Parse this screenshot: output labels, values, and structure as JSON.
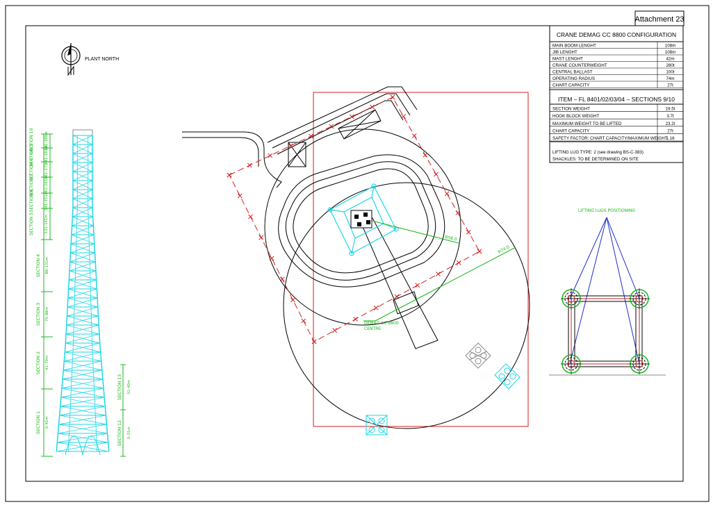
{
  "attachment": "Attachment 23",
  "north_label": "PLANT NORTH",
  "config": {
    "title": "CRANE DEMAG CC 8800 CONFIGURATION",
    "rows": [
      {
        "label": "MAIN BOOM LENGHT",
        "value": "108m"
      },
      {
        "label": "JIB LENGHT",
        "value": "108m"
      },
      {
        "label": "MAST LENGHT",
        "value": "42m"
      },
      {
        "label": "CRANE COUNTERWEIGHT",
        "value": "280t"
      },
      {
        "label": "CENTRAL BALLAST",
        "value": "100t"
      },
      {
        "label": "OPERATING RADIUS",
        "value": "74m"
      },
      {
        "label": "CHART CAPACITY",
        "value": "27t"
      }
    ]
  },
  "item": {
    "title": "ITEM – FL 8401/02/03/04 – SECTIONS 9/10",
    "rows": [
      {
        "label": "SECTION WEIGHT",
        "value": "19.5t"
      },
      {
        "label": "HOOK BLOCK WEIGHT",
        "value": "3.7t"
      },
      {
        "label": "MAXIMUM WEIGHT TO BE LIFTED",
        "value": "23.2t"
      },
      {
        "label": "CHART CAPACITY",
        "value": "27t"
      },
      {
        "label": "SAFETY FACTOR: CHART CAPACITY/MAXIMUM WEIGHT",
        "value": "1.16"
      }
    ]
  },
  "notes": {
    "lug_type": "LIFTING LUG TYPE: 2 (see drawing  BS-C-383)",
    "shackles": "SHACKLES: TO BE DETERMINED ON SITE"
  },
  "lugs_title": "LIFTING LUGS POSITIONING",
  "crane_label_1": "DEMAG CC 8800",
  "crane_label_2": "CENTRE",
  "radius_1": "R58.0",
  "radius_2": "R74.0",
  "sections_left": [
    {
      "name": "SECTION 10",
      "range": "181–189m"
    },
    {
      "name": "SECTION 9",
      "range": "171–181m"
    },
    {
      "name": "SECTION 8",
      "range": "161–171m"
    },
    {
      "name": "SECTION 7",
      "range": "151–161m"
    },
    {
      "name": "SECTION 6",
      "range": "141–151m"
    },
    {
      "name": "SECTION 5",
      "range": "131–141m"
    },
    {
      "name": "SECTION 4",
      "range": "88–131m"
    },
    {
      "name": "SECTION 3",
      "range": "70–88m"
    },
    {
      "name": "SECTION 2",
      "range": "41–70m"
    },
    {
      "name": "SECTION 1",
      "range": "0–41m"
    }
  ],
  "sections_right": [
    {
      "name": "SECTION 13",
      "range": "31–40m"
    },
    {
      "name": "SECTION 12",
      "range": "0–31m"
    }
  ],
  "colors": {
    "red": "#d21f1f",
    "cyan": "#1fd6e6",
    "green": "#18b818",
    "blue": "#1c2fc8",
    "gray": "#8a8a8a"
  }
}
